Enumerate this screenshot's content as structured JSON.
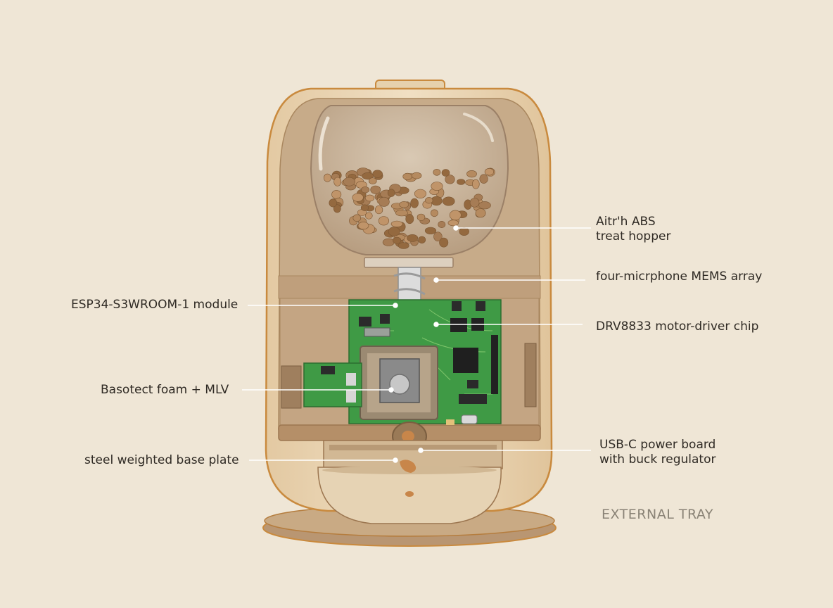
{
  "callouts": {
    "hopper": {
      "line1": "Aitr'h ABS",
      "line2": "treat hopper"
    },
    "mic": {
      "text": "four-micrphone MEMS array"
    },
    "driver": {
      "text": "DRV8833 motor-driver chip"
    },
    "usb": {
      "line1": "USB-C power board",
      "line2": "with buck regulator"
    },
    "esp": {
      "text": "ESP34-S3WROOM-1 module"
    },
    "foam": {
      "text": "Basotect foam + MLV"
    },
    "base": {
      "text": "steel weighted base plate"
    }
  },
  "tray_label": "EXTERNAL TRAY",
  "colors": {
    "background": "#efe6d6",
    "shell": "#e8d3b2",
    "shell_outline": "#c98a3e",
    "interior": "#c8ad8c",
    "pcb": "#3f9a45",
    "kibble": "#a67c55"
  }
}
